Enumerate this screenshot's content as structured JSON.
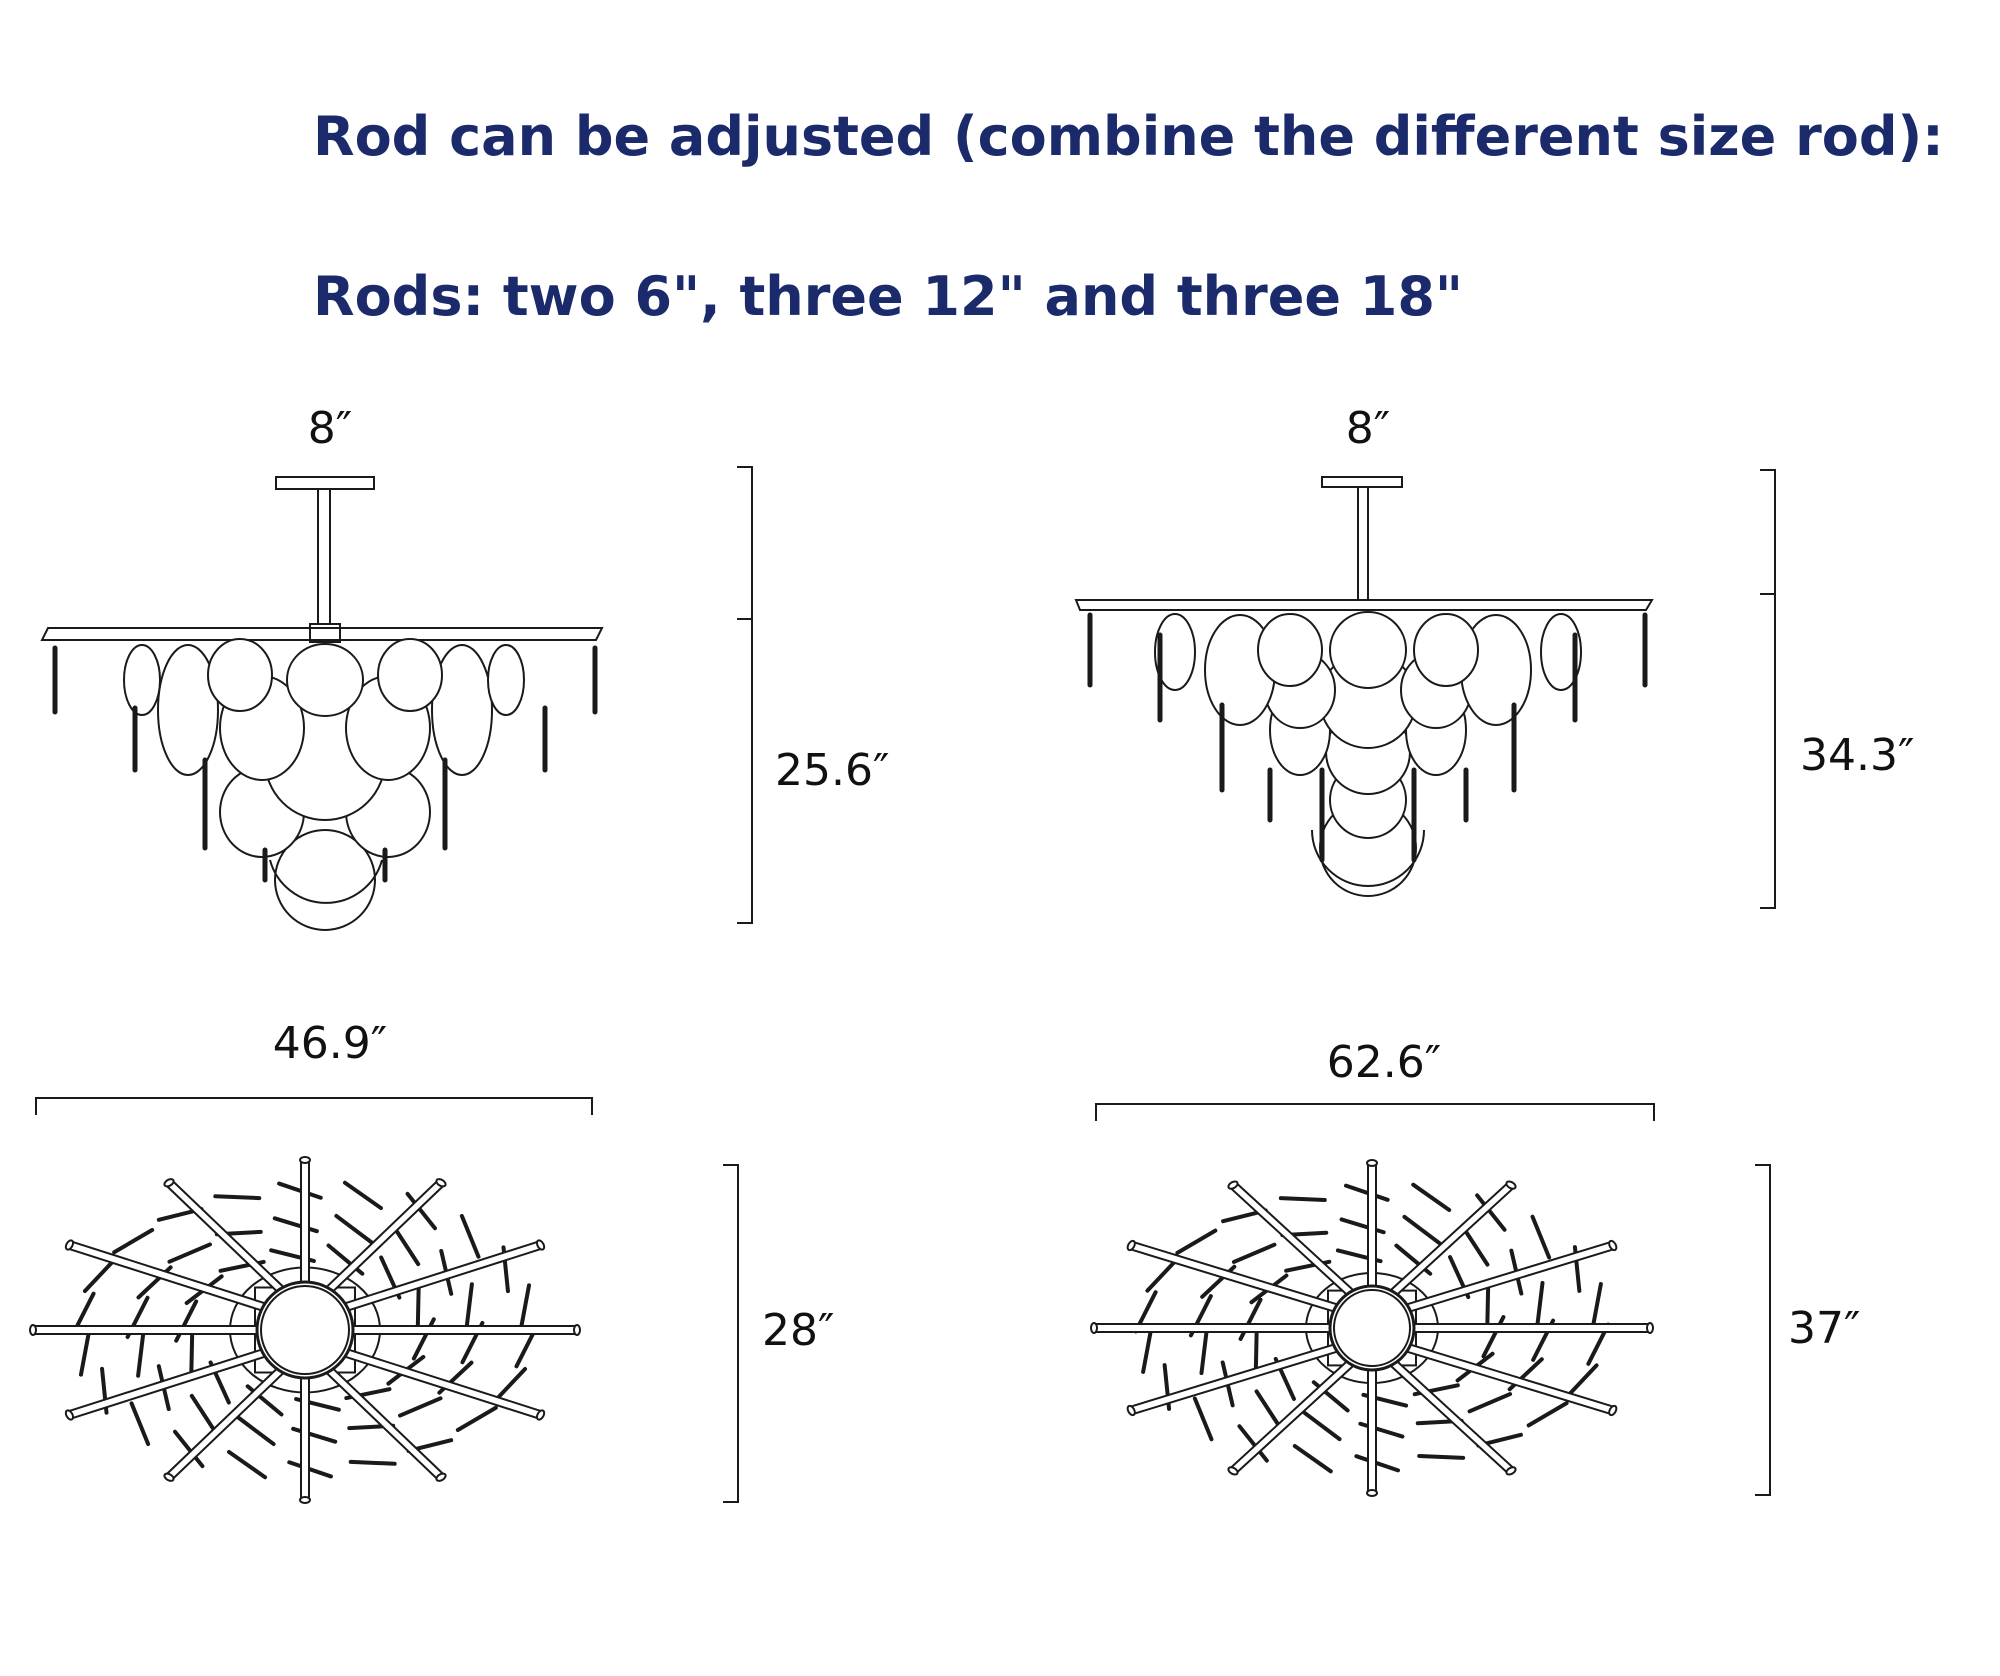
{
  "colors": {
    "heading": "#1b2a6b",
    "line": "#1a1a1a",
    "background": "#ffffff"
  },
  "headings": {
    "line1": "Rod can be adjusted (combine the different size rod):",
    "line2": "Rods: two 6\", three 12\" and three 18\""
  },
  "small_config": {
    "canopy_width": "8″",
    "height": "25.6″",
    "width": "46.9″",
    "depth": "28″"
  },
  "large_config": {
    "canopy_width": "8″",
    "height": "34.3″",
    "width": "62.6″",
    "depth": "37″"
  }
}
